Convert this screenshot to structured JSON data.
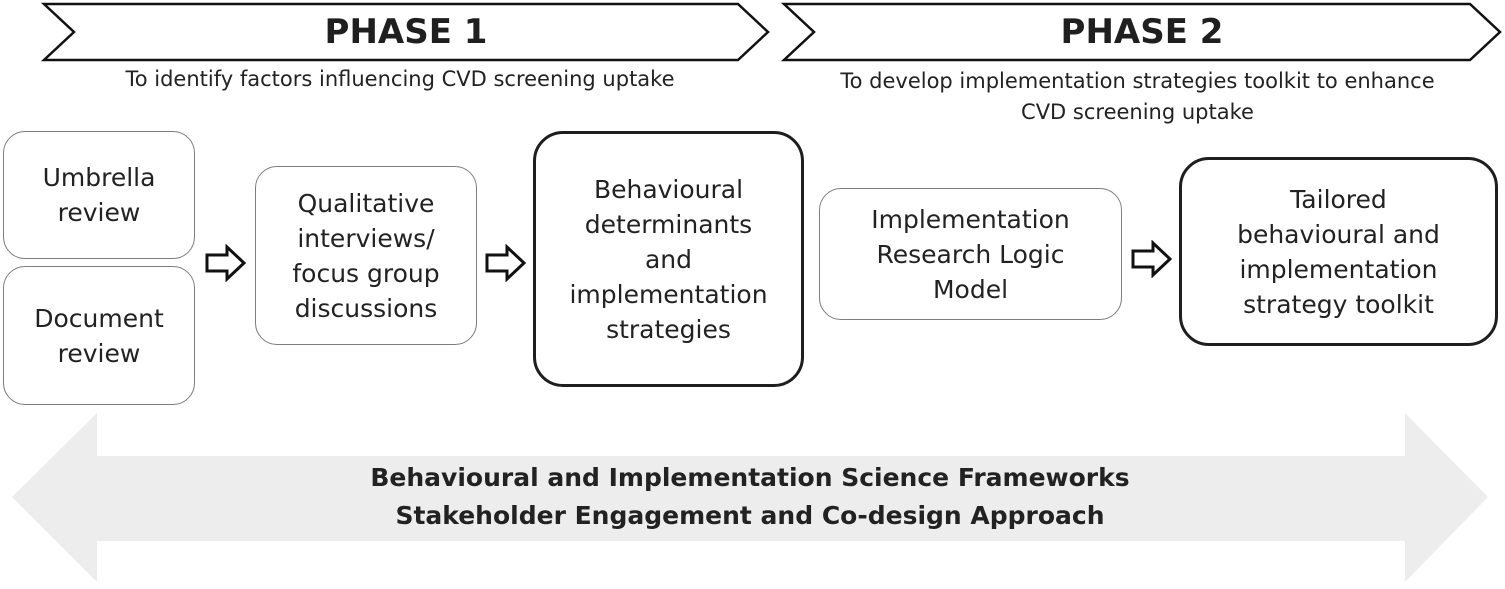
{
  "phases": [
    {
      "label": "PHASE 1",
      "subtitle": "To identify factors influencing CVD screening uptake"
    },
    {
      "label": "PHASE 2",
      "subtitle": "To develop implementation strategies toolkit to enhance\nCVD screening uptake"
    }
  ],
  "boxes": {
    "umbrella_review": "Umbrella\nreview",
    "document_review": "Document\nreview",
    "qualitative": "Qualitative\ninterviews/\nfocus group\ndiscussions",
    "behavioural_determinants": "Behavioural\ndeterminants\nand\nimplementation\nstrategies",
    "logic_model": "Implementation\nResearch Logic\nModel",
    "toolkit": "Tailored\nbehavioural and\nimplementation\nstrategy toolkit"
  },
  "frameworks": {
    "line1": "Behavioural and Implementation Science Frameworks",
    "line2": "Stakeholder Engagement and Co-design Approach"
  },
  "colors": {
    "band_fill": "#ededed",
    "box_border": "#5a5a5a",
    "bold_border": "#1e1e1e",
    "chevron_stroke": "#111111"
  }
}
